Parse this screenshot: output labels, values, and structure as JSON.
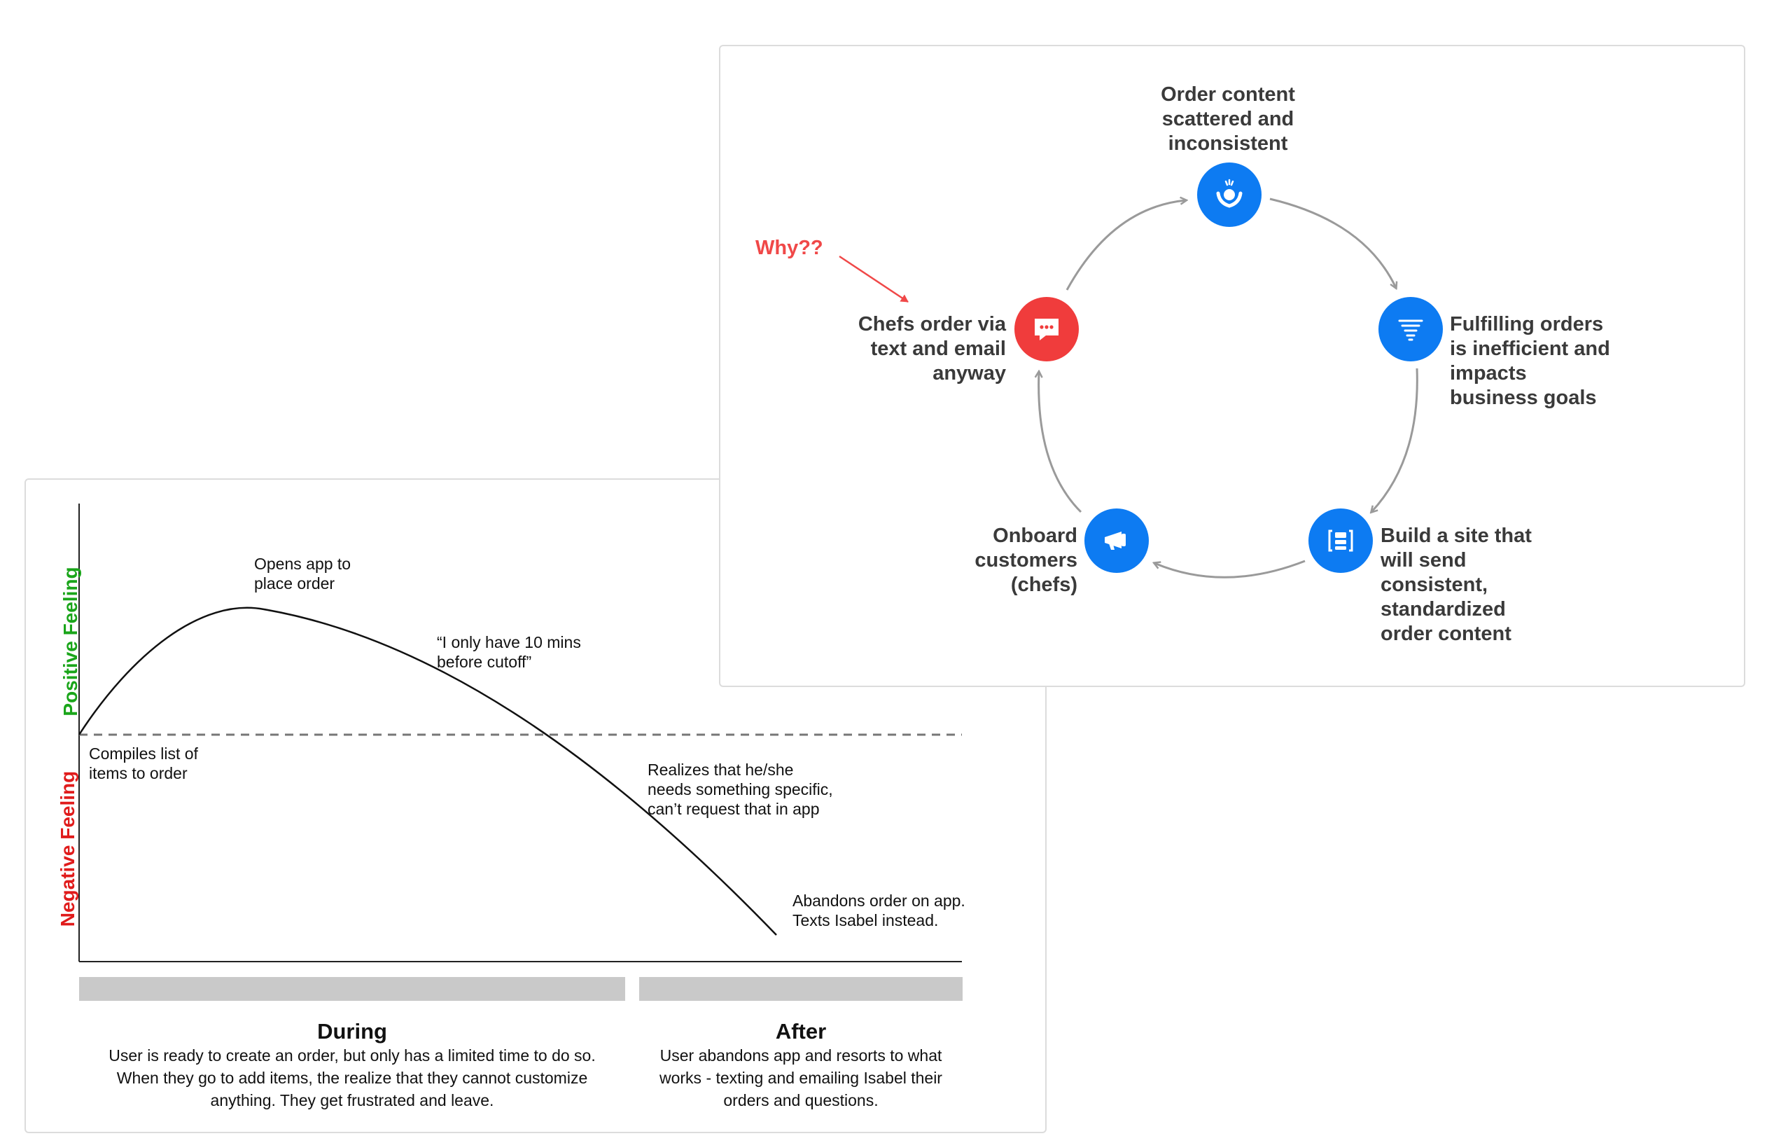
{
  "journey": {
    "positive_label": "Positive Feeling",
    "negative_label": "Negative Feeling",
    "annotations": {
      "compiles": "Compiles list of\nitems to order",
      "opens": "Opens app to\nplace order",
      "only_have": "“I only have 10 mins\nbefore cutoff”",
      "realizes": "Realizes that he/she\nneeds something specific,\ncan’t request that in app",
      "abandons": "Abandons order on app.\nTexts Isabel instead."
    },
    "phases": [
      {
        "title": "During",
        "description": "User is ready to create an order, but only has a limited time to do so.\nWhen they go to add items, the realize that they cannot customize\nanything. They get frustrated and leave."
      },
      {
        "title": "After",
        "description": "User abandons app and resorts to what\nworks - texting and emailing Isabel their\norders and questions."
      }
    ],
    "colors": {
      "positive": "#1aa51a",
      "negative": "#e01b1b",
      "phase_bar": "#c9c9c9",
      "baseline": "#777777"
    }
  },
  "cycle": {
    "why_note": "Why??",
    "nodes": [
      {
        "label": "Order content\nscattered and\ninconsistent",
        "icon": "frustrated-person-icon",
        "color": "#0d7bf2"
      },
      {
        "label": "Fulfilling orders\nis inefficient and\nimpacts\nbusiness goals",
        "icon": "tornado-icon",
        "color": "#0d7bf2"
      },
      {
        "label": "Build a site that\nwill send\nconsistent,\nstandardized\norder content",
        "icon": "layout-icon",
        "color": "#0d7bf2"
      },
      {
        "label": "Onboard\ncustomers\n(chefs)",
        "icon": "megaphone-icon",
        "color": "#0d7bf2"
      },
      {
        "label": "Chefs order via\ntext and email\nanyway",
        "icon": "chat-bubble-icon",
        "color": "#f03c3c"
      }
    ],
    "colors": {
      "arrow": "#9a9a9a",
      "why_arrow": "#f04848",
      "label": "#3a3a3a"
    }
  }
}
